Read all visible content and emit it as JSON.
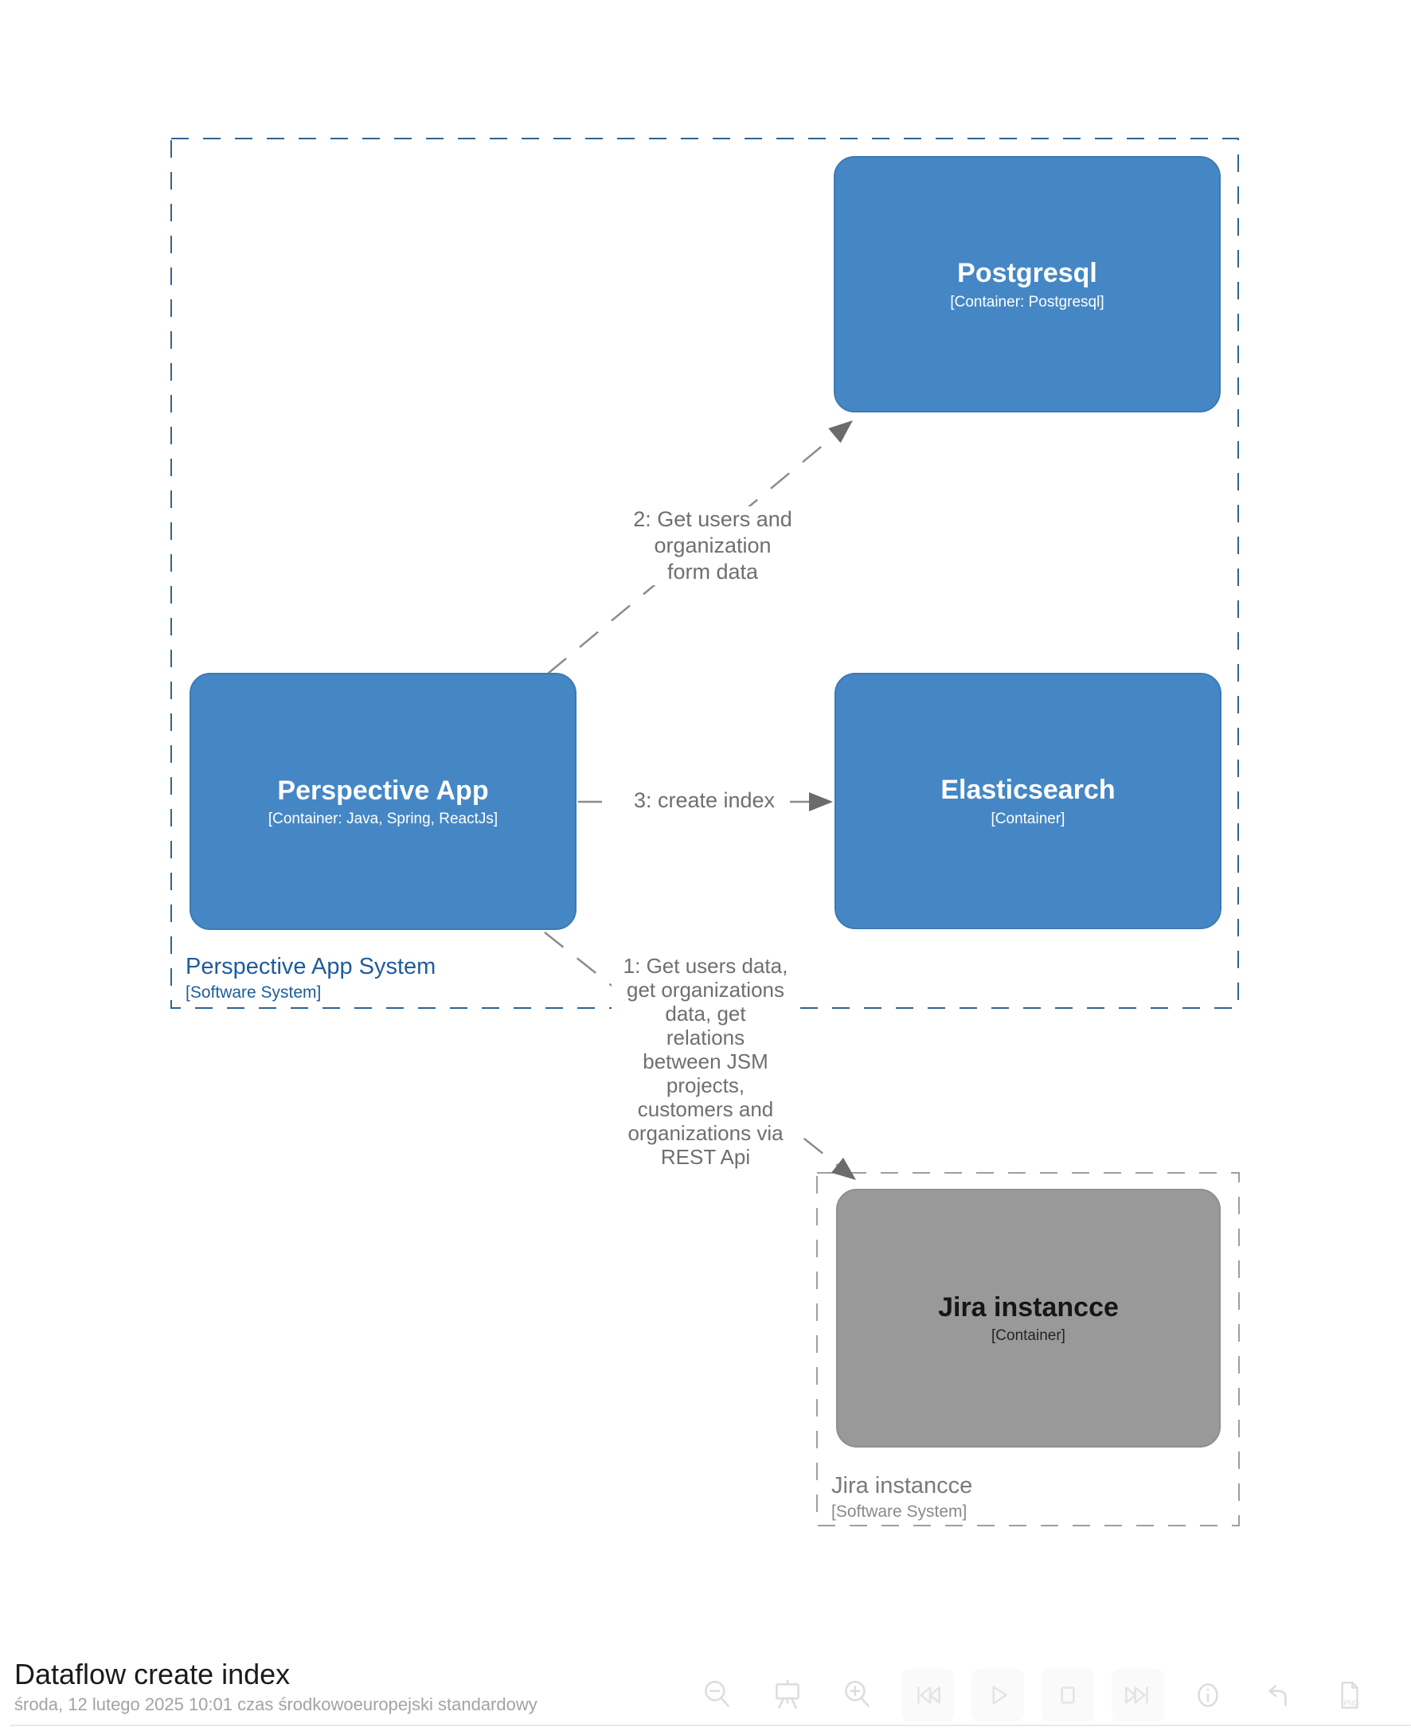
{
  "colors": {
    "container_blue": "#4587C5",
    "container_blue_border": "#3D79B3",
    "container_gray": "#999999",
    "container_gray_border": "#8F8F8F",
    "boundary_blue_dash": "#31638F",
    "boundary_blue_text": "#1F5C9D",
    "boundary_gray_dash": "#9E9E9E",
    "boundary_gray_text": "#7A7A7A",
    "relationship_line": "#8C8C8C",
    "relationship_text": "#6F6F6F"
  },
  "diagram": {
    "boundaries": {
      "perspective": {
        "name": "Perspective App System",
        "meta": "[Software System]"
      },
      "jira": {
        "name": "Jira instancce",
        "meta": "[Software System]"
      }
    },
    "nodes": {
      "postgresql": {
        "name": "Postgresql",
        "meta": "[Container: Postgresql]"
      },
      "perspective_app": {
        "name": "Perspective App",
        "meta": "[Container: Java, Spring, ReactJs]"
      },
      "elasticsearch": {
        "name": "Elasticsearch",
        "meta": "[Container]"
      },
      "jira": {
        "name": "Jira instancce",
        "meta": "[Container]"
      }
    },
    "flows": {
      "f1": {
        "label": "1: Get users data,\nget organizations\ndata, get\nrelations\nbetween JSM\nprojects,\ncustomers and\norganizations via\nREST Api"
      },
      "f2": {
        "label": "2: Get users and\norganization\nform data"
      },
      "f3": {
        "label": "3: create index"
      }
    }
  },
  "footer": {
    "title": "Dataflow create index",
    "timestamp": "środa, 12 lutego 2025 10:01 czas środkowoeuropejski standardowy"
  },
  "toolbar": {
    "png_label": "PNG",
    "icons": [
      "zoom-out",
      "presentation",
      "zoom-in",
      "skip-to-start",
      "play",
      "stop",
      "skip-to-end",
      "info",
      "undo",
      "export-png"
    ]
  }
}
